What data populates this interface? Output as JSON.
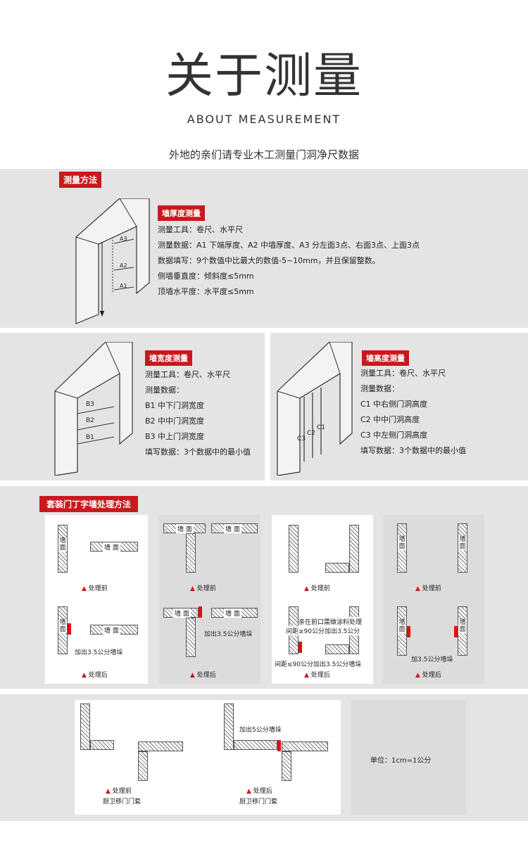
{
  "header": {
    "title_cn": "关于测量",
    "title_en": "ABOUT MEASUREMENT",
    "subtitle": "外地的亲们请专业木工测量门洞净尺数据"
  },
  "section1": {
    "ribbon": "测量方法",
    "tag": "墙厚度测量",
    "lines": [
      "测量工具：卷尺、水平尺",
      "测量数据：A1 下端厚度、A2 中墙厚度、A3 分左面3点、右面3点、上面3点",
      "数据填写：9个数值中比最大的数值-5~10mm，并且保留整数。",
      "侧墙垂直度：倾斜度≤5mm",
      "顶墙水平度：水平度≤5mm"
    ],
    "diagram_labels": [
      "A3",
      "A2",
      "A1"
    ]
  },
  "section2": {
    "width": {
      "tag": "墙宽度测量",
      "lines": [
        "测量工具：卷尺、水平尺",
        "测量数据：",
        "B1 中下门洞宽度",
        "B2 中中门洞宽度",
        "B3 中上门洞宽度",
        "填写数据：3个数据中的最小值"
      ],
      "diagram_labels": [
        "B3",
        "B2",
        "B1"
      ]
    },
    "height": {
      "tag": "墙高度测量",
      "lines": [
        "测量工具：卷尺、水平尺",
        "测量数据：",
        "C1 中右侧门洞高度",
        "C2 中中门洞高度",
        "C3 中左侧门洞高度",
        "填写数据：3个数据中的最小值"
      ],
      "diagram_labels": [
        "C1",
        "C2",
        "C3"
      ]
    }
  },
  "section3": {
    "ribbon": "套装门丁字墙处理方法",
    "wall_label": "墙面",
    "wall_label_spaced": "墙 面",
    "before": "处理前",
    "after": "处理后",
    "note_35": "加出3.5公分墙垛",
    "note_35b": "加3.5公分墙垛",
    "note_front_1": "亲在前口需做涂料处理",
    "note_front_2": "间距≥90公分加出3.5公分",
    "note_front_3": "间距≤90公分加出3.5公分墙垛"
  },
  "section4": {
    "before": "处理前",
    "after": "处理后",
    "caption": "厨卫移门门套",
    "note_5": "加出5公分墙垛",
    "unit": "单位：1cm=1公分"
  },
  "colors": {
    "accent": "#c9181e",
    "panel": "#e4e4e4"
  }
}
